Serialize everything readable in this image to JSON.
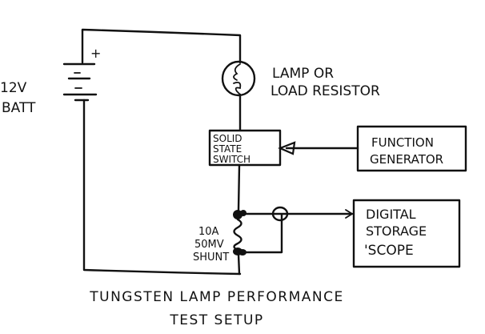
{
  "diagram": {
    "title_line1": "TUNGSTEN LAMP PERFORMANCE",
    "title_line2": "TEST SETUP",
    "battery": {
      "label_line1": "12V",
      "label_line2": "BATT",
      "plus_sign": "+"
    },
    "lamp": {
      "label_line1": "LAMP OR",
      "label_line2": "LOAD RESISTOR"
    },
    "switch": {
      "label_line1": "SOLID",
      "label_line2": "STATE",
      "label_line3": "SWITCH"
    },
    "function_generator": {
      "label_line1": "FUNCTION",
      "label_line2": "GENERATOR"
    },
    "shunt": {
      "label_line1": "10A",
      "label_line2": "50MV",
      "label_line3": "SHUNT"
    },
    "scope": {
      "label_line1": "DIGITAL",
      "label_line2": "STORAGE",
      "label_line3": "'SCOPE"
    }
  }
}
